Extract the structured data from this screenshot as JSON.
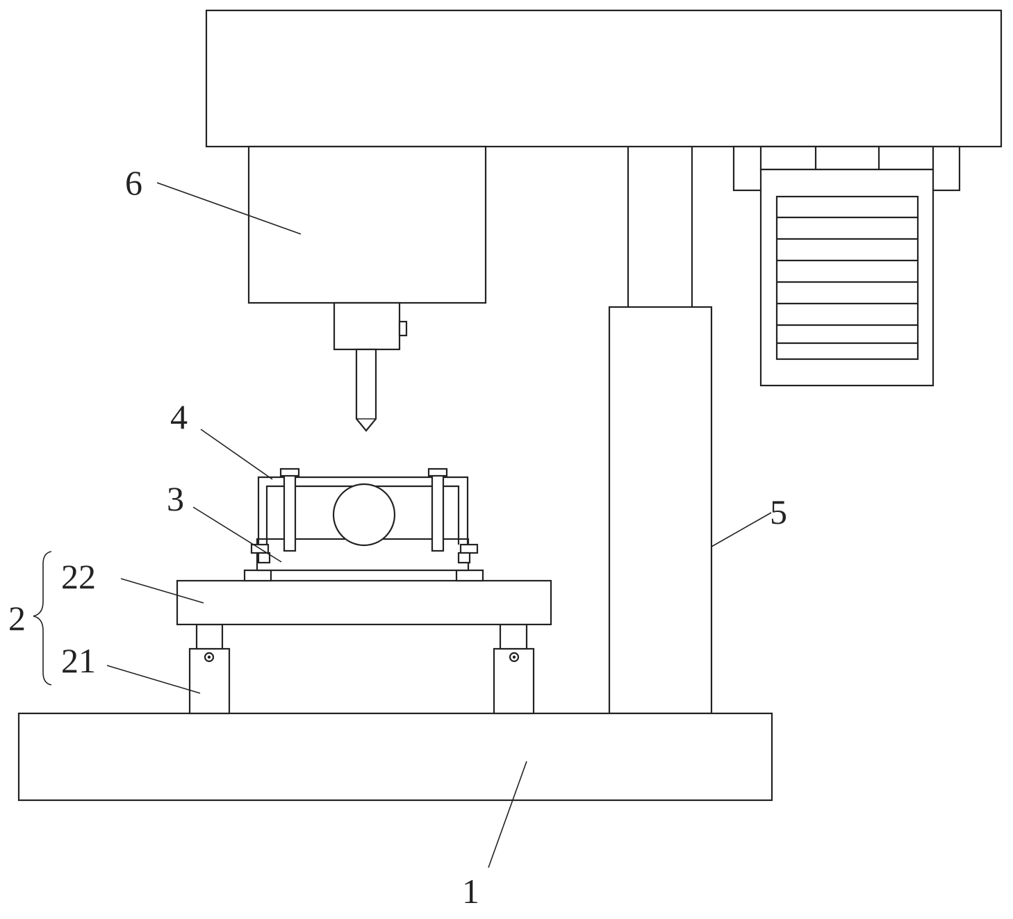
{
  "diagram": {
    "labels": {
      "base": "1",
      "support_frame": "2",
      "support_legs": "21",
      "support_plate": "22",
      "clamp_seat": "3",
      "clamp_frame": "4",
      "column": "5",
      "drill_head": "6"
    },
    "colors": {
      "line": "#222222",
      "background": "#ffffff"
    }
  }
}
